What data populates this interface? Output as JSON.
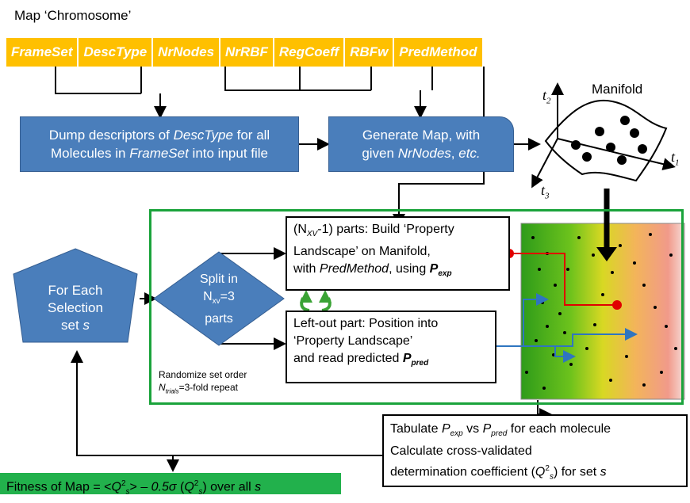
{
  "title": "Map ‘Chromosome’",
  "chromosome": [
    "FrameSet",
    "DescType",
    "NrNodes",
    "NrRBF",
    "RegCoeff",
    "RBFw",
    "PredMethod"
  ],
  "dump_box": {
    "l1a": "Dump descriptors of ",
    "l1b": "DescType",
    "l1c": " for all",
    "l2a": "Molecules in ",
    "l2b": "FrameSet",
    "l2c": " into input file"
  },
  "generate_box": {
    "l1": "Generate Map, with",
    "l2a": "given ",
    "l2b": "NrNodes",
    "l2c": ", ",
    "l2d": "etc."
  },
  "manifold_label": "Manifold",
  "axes": {
    "t1": "t",
    "t1sub": "1",
    "t2": "t",
    "t2sub": "2",
    "t3": "t",
    "t3sub": "3"
  },
  "pentagon": {
    "l1": "For Each",
    "l2": "Selection",
    "l3": "set ",
    "l3b": "s"
  },
  "diamond": {
    "l1": "Split in",
    "l2": "N",
    "l2sub": "xv",
    "l2b": "=3",
    "l3": "parts"
  },
  "build_box": {
    "l1a": "(N",
    "l1sub": "XV",
    "l1b": "-1) parts: Build  ‘Property",
    "l2": "Landscape’ on Manifold,",
    "l3a": "with ",
    "l3b": "PredMethod",
    "l3c": ", using ",
    "l3d": "P",
    "l3sub": "exp"
  },
  "leftout_box": {
    "l1": "Left-out part: Position into",
    "l2": "‘Property Landscape’",
    "l3a": "and read predicted ",
    "l3b": "P",
    "l3sub": "pred"
  },
  "randomize": {
    "l1": "Randomize set order",
    "l2a": "N",
    "l2sub": "trials",
    "l2b": "=3-fold repeat"
  },
  "tabulate_box": {
    "l1a": "Tabulate ",
    "l1b": "P",
    "l1sub": "exp",
    "l1c": " vs ",
    "l1d": "P",
    "l1sub2": "pred",
    "l1e": " for each molecule",
    "l2": "Calculate cross-validated",
    "l3a": "determination coefficient (",
    "l3b": "Q",
    "l3sup": "2",
    "l3sub": "s",
    "l3c": ") for set ",
    "l3d": "s"
  },
  "fitness": {
    "a": "Fitness of Map = <",
    "b": "Q",
    "bsup": "2",
    "bsub": "s",
    "c": ">",
    "d": " – 0.5",
    "e": "σ",
    "f": " (",
    "g": "Q",
    "gsup": "2",
    "gsub": "s",
    "h": ") over all ",
    "i": "s"
  },
  "colors": {
    "gold": "#ffc000",
    "blue": "#4a7ebb",
    "green": "#1aa33b",
    "fitness_bg": "#22b14c",
    "recycle": "#3aa335"
  },
  "icons": [
    "recycle-icon"
  ]
}
